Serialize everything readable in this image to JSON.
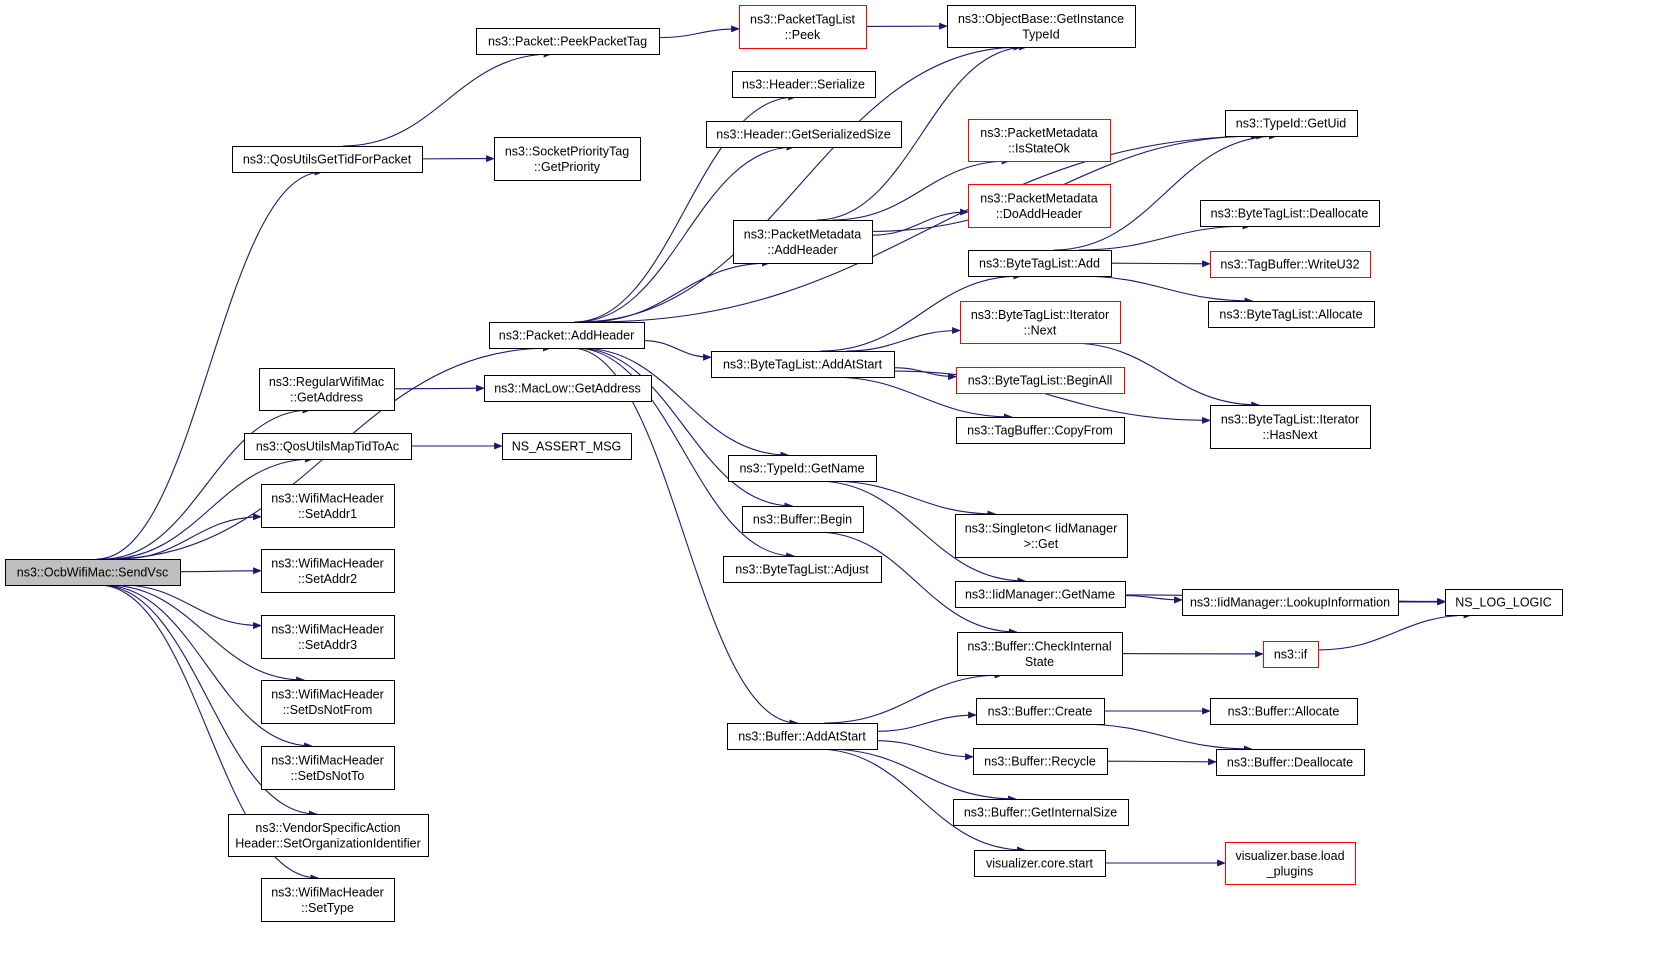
{
  "colors": {
    "edge": "#191970",
    "node_border": "#000000",
    "incomplete_border": "#ff0000",
    "root_fill": "#bfbfbf"
  },
  "nodes": [
    {
      "id": "sendvsc",
      "lines": [
        "ns3::OcbWifiMac::SendVsc"
      ],
      "style": "root"
    },
    {
      "id": "qosgettid",
      "lines": [
        "ns3::QosUtilsGetTidForPacket"
      ]
    },
    {
      "id": "peekpackettag",
      "lines": [
        "ns3::Packet::PeekPacketTag"
      ]
    },
    {
      "id": "packettaglist_peek",
      "lines": [
        "ns3::PacketTagList",
        "::Peek"
      ],
      "style": "red"
    },
    {
      "id": "getinstancetypeid",
      "lines": [
        "ns3::ObjectBase::GetInstance",
        "TypeId"
      ]
    },
    {
      "id": "socketprioritytag",
      "lines": [
        "ns3::SocketPriorityTag",
        "::GetPriority"
      ]
    },
    {
      "id": "header_serialize",
      "lines": [
        "ns3::Header::Serialize"
      ]
    },
    {
      "id": "header_getserializedsize",
      "lines": [
        "ns3::Header::GetSerializedSize"
      ]
    },
    {
      "id": "pm_isstateok",
      "lines": [
        "ns3::PacketMetadata",
        "::IsStateOk"
      ],
      "style": "red"
    },
    {
      "id": "pm_doaddheader",
      "lines": [
        "ns3::PacketMetadata",
        "::DoAddHeader"
      ],
      "style": "red"
    },
    {
      "id": "pm_addheader",
      "lines": [
        "ns3::PacketMetadata",
        "::AddHeader"
      ]
    },
    {
      "id": "typeid_getuid",
      "lines": [
        "ns3::TypeId::GetUid"
      ]
    },
    {
      "id": "btl_deallocate",
      "lines": [
        "ns3::ByteTagList::Deallocate"
      ]
    },
    {
      "id": "btl_add",
      "lines": [
        "ns3::ByteTagList::Add"
      ]
    },
    {
      "id": "tagbuffer_writeu32",
      "lines": [
        "ns3::TagBuffer::WriteU32"
      ],
      "style": "red"
    },
    {
      "id": "btl_allocate",
      "lines": [
        "ns3::ByteTagList::Allocate"
      ]
    },
    {
      "id": "packet_addheader",
      "lines": [
        "ns3::Packet::AddHeader"
      ]
    },
    {
      "id": "btl_iterator_next",
      "lines": [
        "ns3::ByteTagList::Iterator",
        "::Next"
      ],
      "style": "red"
    },
    {
      "id": "btl_addatstart",
      "lines": [
        "ns3::ByteTagList::AddAtStart"
      ]
    },
    {
      "id": "btl_beginall",
      "lines": [
        "ns3::ByteTagList::BeginAll"
      ],
      "style": "red"
    },
    {
      "id": "tagbuffer_copyfrom",
      "lines": [
        "ns3::TagBuffer::CopyFrom"
      ]
    },
    {
      "id": "btl_iterator_hasnext",
      "lines": [
        "ns3::ByteTagList::Iterator",
        "::HasNext"
      ]
    },
    {
      "id": "regularwifimac_getaddress",
      "lines": [
        "ns3::RegularWifiMac",
        "::GetAddress"
      ]
    },
    {
      "id": "maclow_getaddress",
      "lines": [
        "ns3::MacLow::GetAddress"
      ]
    },
    {
      "id": "qosmaptidtoac",
      "lines": [
        "ns3::QosUtilsMapTidToAc"
      ]
    },
    {
      "id": "ns_assert_msg",
      "lines": [
        "NS_ASSERT_MSG"
      ]
    },
    {
      "id": "typeid_getname",
      "lines": [
        "ns3::TypeId::GetName"
      ]
    },
    {
      "id": "setaddr1",
      "lines": [
        "ns3::WifiMacHeader",
        "::SetAddr1"
      ]
    },
    {
      "id": "buffer_begin",
      "lines": [
        "ns3::Buffer::Begin"
      ]
    },
    {
      "id": "singleton_get",
      "lines": [
        "ns3::Singleton< IidManager",
        " >::Get"
      ]
    },
    {
      "id": "setaddr2",
      "lines": [
        "ns3::WifiMacHeader",
        "::SetAddr2"
      ]
    },
    {
      "id": "btl_adjust",
      "lines": [
        "ns3::ByteTagList::Adjust"
      ]
    },
    {
      "id": "iid_getname",
      "lines": [
        "ns3::IidManager::GetName"
      ]
    },
    {
      "id": "iid_lookupinformation",
      "lines": [
        "ns3::IidManager::LookupInformation"
      ]
    },
    {
      "id": "ns_log_logic",
      "lines": [
        "NS_LOG_LOGIC"
      ]
    },
    {
      "id": "setaddr3",
      "lines": [
        "ns3::WifiMacHeader",
        "::SetAddr3"
      ]
    },
    {
      "id": "buffer_checkinternalstate",
      "lines": [
        "ns3::Buffer::CheckInternal",
        "State"
      ]
    },
    {
      "id": "ns3_if",
      "lines": [
        "ns3::if"
      ],
      "style": "red"
    },
    {
      "id": "setdsnotfrom",
      "lines": [
        "ns3::WifiMacHeader",
        "::SetDsNotFrom"
      ]
    },
    {
      "id": "buffer_create",
      "lines": [
        "ns3::Buffer::Create"
      ]
    },
    {
      "id": "buffer_allocate",
      "lines": [
        "ns3::Buffer::Allocate"
      ]
    },
    {
      "id": "buffer_addatstart",
      "lines": [
        "ns3::Buffer::AddAtStart"
      ]
    },
    {
      "id": "setdsnotto",
      "lines": [
        "ns3::WifiMacHeader",
        "::SetDsNotTo"
      ]
    },
    {
      "id": "buffer_recycle",
      "lines": [
        "ns3::Buffer::Recycle"
      ]
    },
    {
      "id": "buffer_deallocate",
      "lines": [
        "ns3::Buffer::Deallocate"
      ]
    },
    {
      "id": "buffer_getinternalsize",
      "lines": [
        "ns3::Buffer::GetInternalSize"
      ]
    },
    {
      "id": "vendorspecific",
      "lines": [
        "ns3::VendorSpecificAction",
        "Header::SetOrganizationIdentifier"
      ]
    },
    {
      "id": "visualizer_core_start",
      "lines": [
        "visualizer.core.start"
      ]
    },
    {
      "id": "visualizer_load_plugins",
      "lines": [
        "visualizer.base.load",
        "_plugins"
      ],
      "style": "red"
    },
    {
      "id": "settype",
      "lines": [
        "ns3::WifiMacHeader",
        "::SetType"
      ]
    }
  ],
  "edges": [
    [
      "sendvsc",
      "qosgettid"
    ],
    [
      "sendvsc",
      "packet_addheader"
    ],
    [
      "sendvsc",
      "regularwifimac_getaddress"
    ],
    [
      "sendvsc",
      "qosmaptidtoac"
    ],
    [
      "sendvsc",
      "setaddr1"
    ],
    [
      "sendvsc",
      "setaddr2"
    ],
    [
      "sendvsc",
      "setaddr3"
    ],
    [
      "sendvsc",
      "setdsnotfrom"
    ],
    [
      "sendvsc",
      "setdsnotto"
    ],
    [
      "sendvsc",
      "vendorspecific"
    ],
    [
      "sendvsc",
      "settype"
    ],
    [
      "qosgettid",
      "peekpackettag"
    ],
    [
      "qosgettid",
      "socketprioritytag"
    ],
    [
      "peekpackettag",
      "packettaglist_peek"
    ],
    [
      "packettaglist_peek",
      "getinstancetypeid"
    ],
    [
      "packet_addheader",
      "header_serialize"
    ],
    [
      "packet_addheader",
      "header_getserializedsize"
    ],
    [
      "packet_addheader",
      "getinstancetypeid"
    ],
    [
      "packet_addheader",
      "typeid_getuid"
    ],
    [
      "packet_addheader",
      "pm_addheader"
    ],
    [
      "packet_addheader",
      "btl_addatstart"
    ],
    [
      "packet_addheader",
      "typeid_getname"
    ],
    [
      "packet_addheader",
      "buffer_begin"
    ],
    [
      "packet_addheader",
      "btl_adjust"
    ],
    [
      "packet_addheader",
      "buffer_addatstart"
    ],
    [
      "pm_addheader",
      "getinstancetypeid"
    ],
    [
      "pm_addheader",
      "typeid_getuid"
    ],
    [
      "pm_addheader",
      "pm_isstateok"
    ],
    [
      "pm_addheader",
      "pm_doaddheader"
    ],
    [
      "btl_addatstart",
      "btl_add"
    ],
    [
      "btl_addatstart",
      "btl_iterator_next"
    ],
    [
      "btl_addatstart",
      "btl_beginall"
    ],
    [
      "btl_addatstart",
      "tagbuffer_copyfrom"
    ],
    [
      "btl_addatstart",
      "btl_iterator_hasnext"
    ],
    [
      "btl_add",
      "typeid_getuid"
    ],
    [
      "btl_add",
      "btl_deallocate"
    ],
    [
      "btl_add",
      "tagbuffer_writeu32"
    ],
    [
      "btl_add",
      "btl_allocate"
    ],
    [
      "btl_iterator_next",
      "btl_iterator_hasnext"
    ],
    [
      "regularwifimac_getaddress",
      "maclow_getaddress"
    ],
    [
      "qosmaptidtoac",
      "ns_assert_msg"
    ],
    [
      "typeid_getname",
      "singleton_get"
    ],
    [
      "typeid_getname",
      "iid_getname"
    ],
    [
      "iid_getname",
      "iid_lookupinformation"
    ],
    [
      "iid_getname",
      "ns_log_logic"
    ],
    [
      "iid_lookupinformation",
      "ns_log_logic"
    ],
    [
      "buffer_begin",
      "buffer_checkinternalstate"
    ],
    [
      "buffer_checkinternalstate",
      "ns3_if"
    ],
    [
      "ns3_if",
      "ns_log_logic"
    ],
    [
      "buffer_addatstart",
      "buffer_checkinternalstate"
    ],
    [
      "buffer_addatstart",
      "buffer_create"
    ],
    [
      "buffer_addatstart",
      "buffer_recycle"
    ],
    [
      "buffer_addatstart",
      "buffer_getinternalsize"
    ],
    [
      "buffer_addatstart",
      "visualizer_core_start"
    ],
    [
      "buffer_create",
      "buffer_allocate"
    ],
    [
      "buffer_create",
      "buffer_deallocate"
    ],
    [
      "buffer_recycle",
      "buffer_deallocate"
    ],
    [
      "visualizer_core_start",
      "visualizer_load_plugins"
    ]
  ]
}
